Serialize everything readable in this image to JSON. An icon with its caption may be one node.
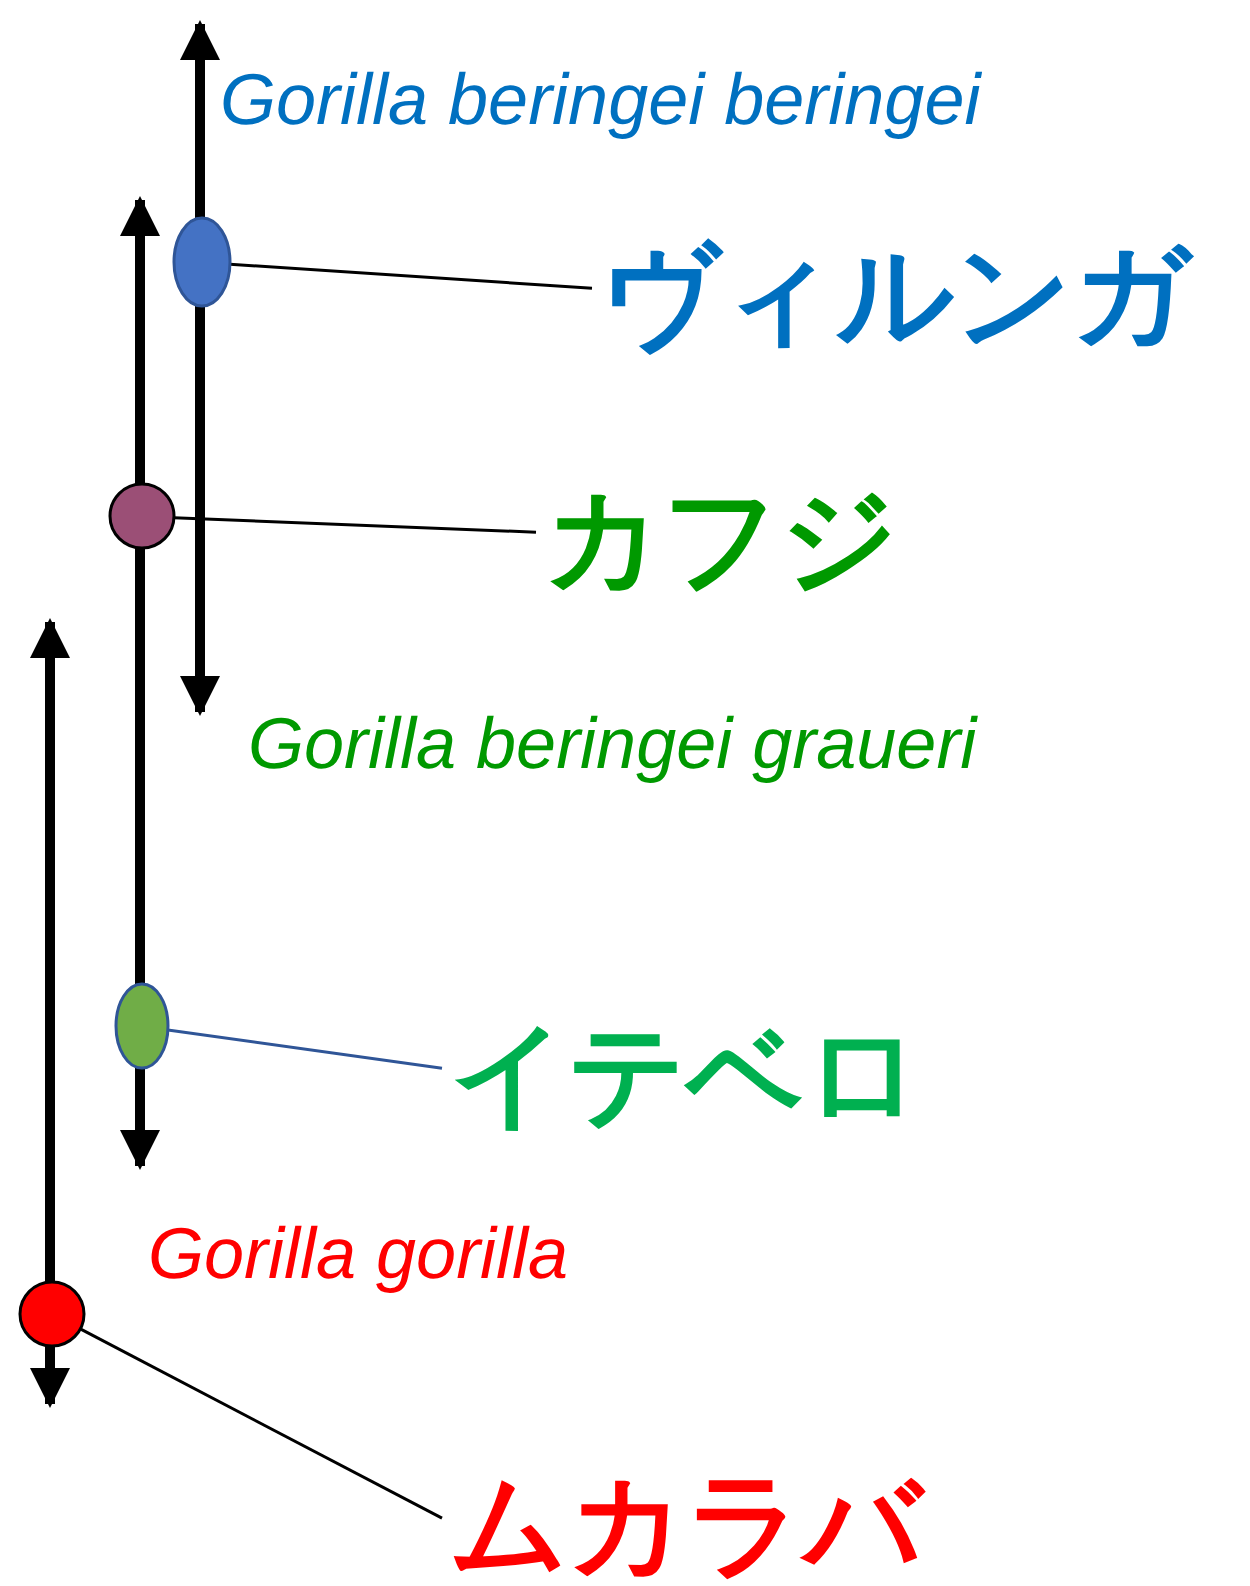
{
  "diagram": {
    "nodes": [
      {
        "text": [],
        "shape": "ellipse"
      },
      {
        "text": [
          "ヴィルンガ"
        ]
      },
      {
        "text": [],
        "shape": "circle"
      },
      {
        "text": [
          "カフジ"
        ]
      },
      {
        "text": [],
        "shape": "ellipse"
      },
      {
        "text": [
          "イテベロ"
        ]
      },
      {
        "text": [],
        "shape": "circle"
      },
      {
        "text": [
          "ムカラバ"
        ]
      }
    ],
    "edges": [
      {
        "from": 1,
        "to": 0,
        "arrow": "none"
      },
      {
        "from": 3,
        "to": 2,
        "arrow": "none"
      },
      {
        "from": 5,
        "to": 4,
        "arrow": "none",
        "color": "#2f5597"
      },
      {
        "from": 7,
        "to": 6,
        "arrow": "none"
      }
    ],
    "labels": [
      "Gorilla beringei beringei",
      "Gorilla beringei graueri",
      "Gorilla gorilla"
    ]
  }
}
